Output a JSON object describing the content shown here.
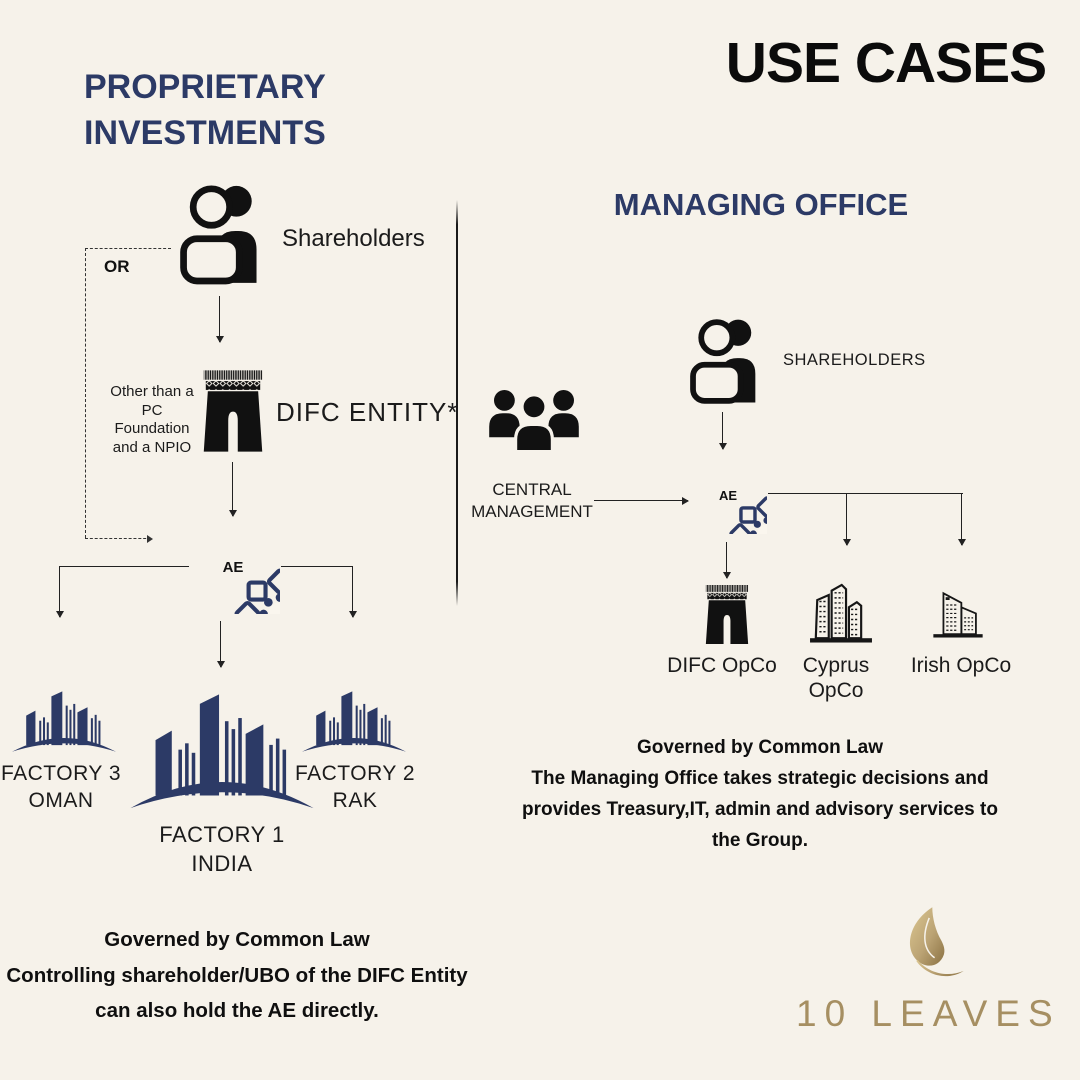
{
  "colors": {
    "background": "#f6f2ea",
    "navy": "#2c3a66",
    "text_black": "#111111",
    "gold": "#a68f62",
    "line": "#222222"
  },
  "header": {
    "title": "USE CASES"
  },
  "left_section": {
    "title_line1": "PROPRIETARY",
    "title_line2": "INVESTMENTS",
    "shareholders_label": "Shareholders",
    "or_label": "OR",
    "difc_note_line1": "Other than a",
    "difc_note_line2": "PC",
    "difc_note_line3": "Foundation",
    "difc_note_line4": "and a NPIO",
    "difc_entity_label": "DIFC ENTITY*",
    "ae_label": "AE",
    "factories": [
      {
        "name": "FACTORY 3",
        "location": "OMAN"
      },
      {
        "name": "FACTORY 1",
        "location": "INDIA"
      },
      {
        "name": "FACTORY 2",
        "location": "RAK"
      }
    ],
    "footnote_line1": "Governed by Common Law",
    "footnote_line2": "Controlling shareholder/UBO of the DIFC Entity",
    "footnote_line3": "can also hold the AE directly."
  },
  "right_section": {
    "title": "MANAGING OFFICE",
    "shareholders_label": "SHAREHOLDERS",
    "central_management_line1": "CENTRAL",
    "central_management_line2": "MANAGEMENT",
    "ae_label": "AE",
    "opcos": [
      {
        "label": "DIFC OpCo"
      },
      {
        "label": "Cyprus OpCo"
      },
      {
        "label": "Irish OpCo"
      }
    ],
    "footnote_line1": "Governed by Common Law",
    "footnote_line2": "The Managing Office takes strategic decisions and",
    "footnote_line3": "provides Treasury,IT, admin and advisory services to",
    "footnote_line4": "the Group."
  },
  "brand": {
    "logo_text": "10 LEAVES"
  }
}
